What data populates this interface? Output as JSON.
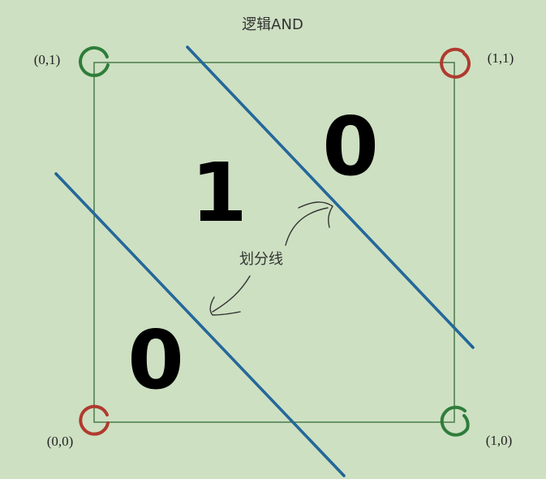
{
  "title": "逻辑AND",
  "corners": [
    {
      "label": "(0,1)",
      "ring_color": "#2e7d3a"
    },
    {
      "label": "(1,1)",
      "ring_color": "#b03a2e"
    },
    {
      "label": "(0,0)",
      "ring_color": "#b03a2e"
    },
    {
      "label": "(1,0)",
      "ring_color": "#2e7d3a"
    }
  ],
  "regions": {
    "top_right": "0",
    "middle": "1",
    "bottom_left": "0"
  },
  "annotation": "划分线",
  "colors": {
    "background": "#cde0c2",
    "square_stroke": "#4a7a4a",
    "divider_line": "#1f5f91",
    "arrow": "#333333"
  }
}
